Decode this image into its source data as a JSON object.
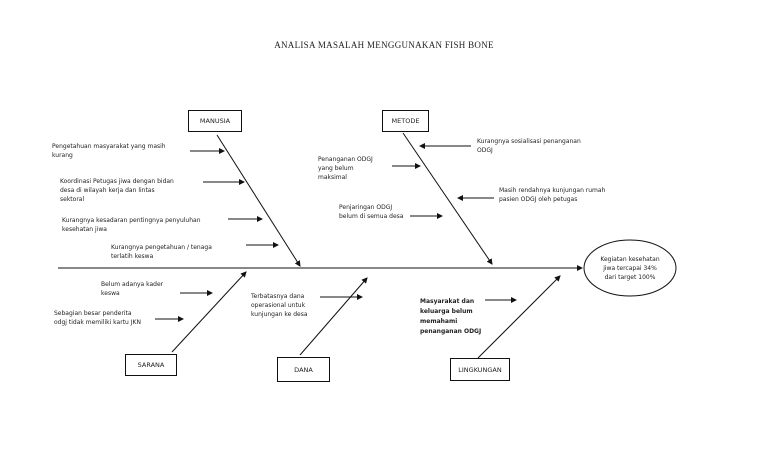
{
  "title": "ANALISA MASALAH MENGGUNAKAN FISH BONE",
  "effect": "Kegiatan kesehatan\njiwa tercapai 34%\ndari target 100%",
  "categories": {
    "manusia": "MANUSIA",
    "metode": "METODE",
    "sarana": "SARANA",
    "dana": "DANA",
    "lingkungan": "LINGKUNGAN"
  },
  "causes": {
    "manusia": [
      "Pengetahuan masyarakat yang masih\nkurang",
      "Koordinasi Petugas jiwa dengan bidan\ndesa di wilayah kerja dan lintas\nsektoral",
      "Kurangnya kesadaran pentingnya penyuluhan\nkesehatan jiwa",
      "Kurangnya pengetahuan / tenaga\nterlatih keswa"
    ],
    "metode": [
      "Penanganan        ODGJ\nyang               belum\nmaksimal",
      "Penjaringan ODGJ\nbelum di semua desa",
      "Kurangnya sosialisasi penanganan\nODGJ",
      "Masih rendahnya kunjungan rumah\npasien ODGJ oleh petugas"
    ],
    "sarana": [
      "Belum adanya  kader\nkeswa",
      "Sebagian besar penderita\nodgj tidak memiliki kartu JKN"
    ],
    "dana": [
      "Terbatasnya dana\noperasional untuk\nkunjungan ke desa"
    ],
    "lingkungan": [
      "Masyarakat dan\nkeluarga belum\nmemahami\npenanganan ODGJ"
    ]
  }
}
